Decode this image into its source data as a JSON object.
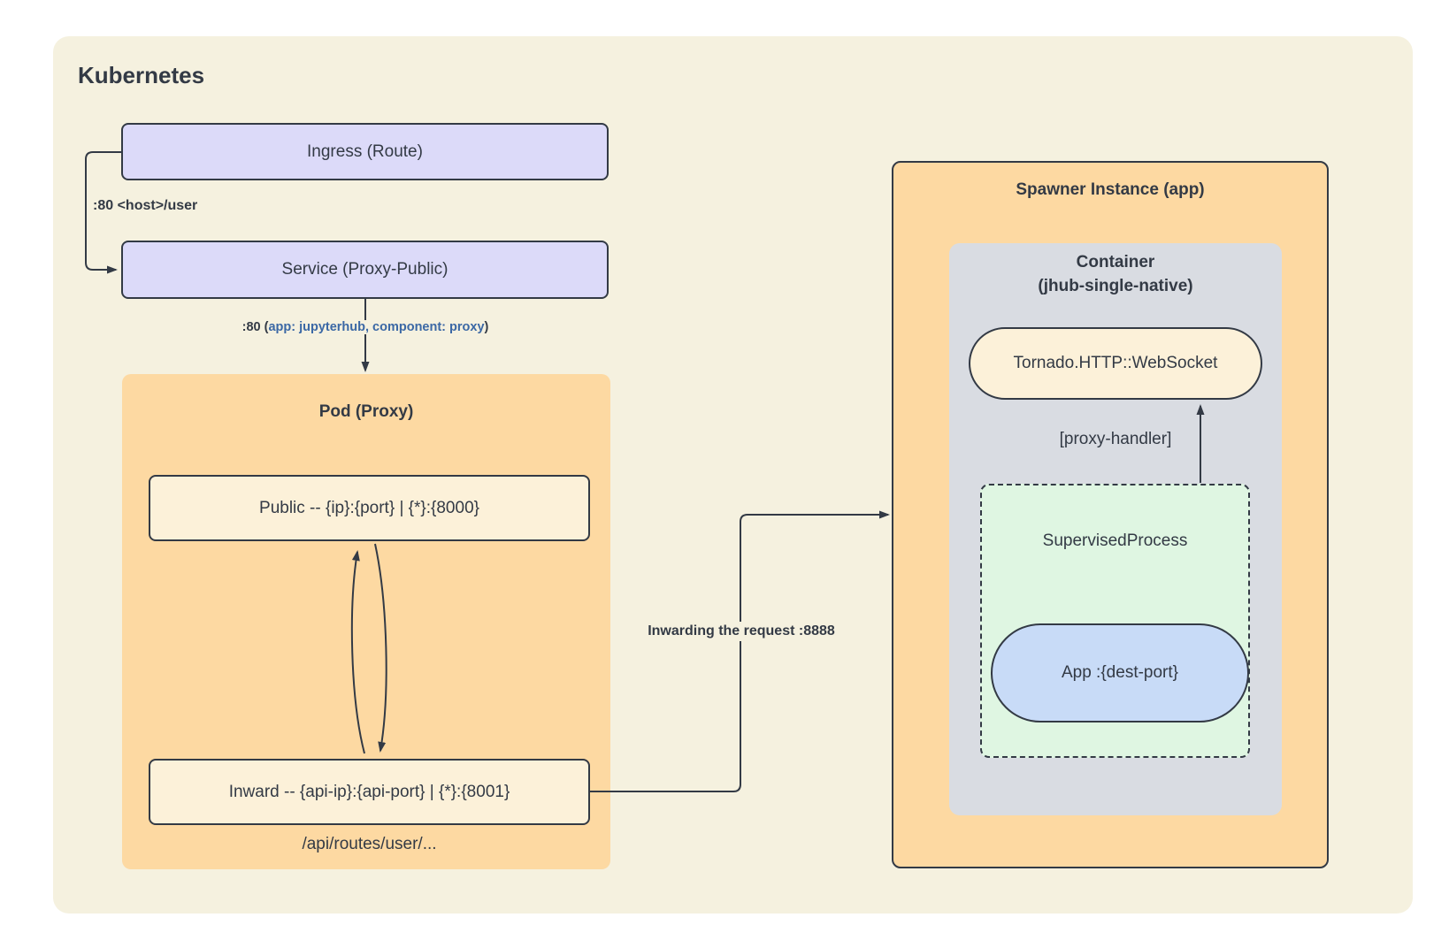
{
  "diagram": {
    "title": "Kubernetes",
    "nodes": {
      "ingress": {
        "label": "Ingress (Route)"
      },
      "service": {
        "label": "Service (Proxy-Public)"
      },
      "pod": {
        "title": "Pod (Proxy)",
        "public_label": "Public -- {ip}:{port} | {*}:{8000}",
        "inward_label": "Inward -- {api-ip}:{api-port} | {*}:{8001}",
        "routes_note": "/api/routes/user/..."
      },
      "spawner": {
        "title": "Spawner Instance (app)",
        "container_title_line1": "Container",
        "container_title_line2": "(jhub-single-native)",
        "websocket_label": "Tornado.HTTP::WebSocket",
        "proxy_handler_label": "[proxy-handler]",
        "supervised_label": "SupervisedProcess",
        "app_label": "App :{dest-port}"
      }
    },
    "edges": {
      "ingress_to_service_label": ":80 <host>/user",
      "service_to_pod_prefix": ":80 (",
      "service_to_pod_selector": "app: jupyterhub, component: proxy",
      "service_to_pod_suffix": ")",
      "inward_to_spawner_label": "Inwarding the request :8888"
    },
    "colors": {
      "page": "#ffffff",
      "canvas": "#f5f1df",
      "stroke": "#333a45",
      "text": "#333a45",
      "lavender": "#dcdaf9",
      "orange": "#fdd9a2",
      "cream-box": "#fcf1d9",
      "grey": "#d9dce2",
      "green": "#dff6e2",
      "blue-pill": "#c8dbf7",
      "blue-text": "#3b68a5"
    }
  }
}
